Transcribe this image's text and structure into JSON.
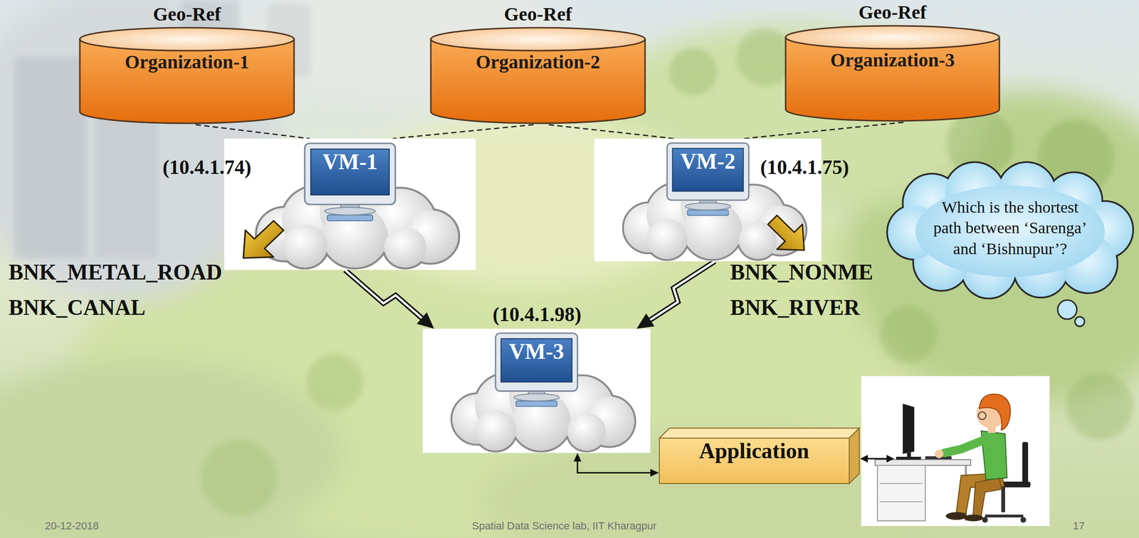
{
  "diagram": {
    "nodes": [
      {
        "text": [
          "Geo-Ref",
          "Organization-1"
        ]
      },
      {
        "text": [
          "Geo-Ref",
          "Organization-2"
        ]
      },
      {
        "text": [
          "Geo-Ref",
          "Organization-3"
        ]
      },
      {
        "text": [
          "VM-1"
        ]
      },
      {
        "text": [
          "VM-2"
        ]
      },
      {
        "text": [
          "Which is the shortest path between ‘Sarenga’ and ‘Bishnupur’?"
        ]
      },
      {
        "text": [
          "VM-3"
        ]
      },
      {
        "text": [
          "Application"
        ]
      }
    ],
    "edges": [
      {
        "from": 0,
        "to": 3,
        "arrow": "none"
      },
      {
        "from": 1,
        "to": 3,
        "arrow": "none"
      },
      {
        "from": 1,
        "to": 4,
        "arrow": "none"
      },
      {
        "from": 2,
        "to": 4,
        "arrow": "none"
      },
      {
        "from": 3,
        "to": 6,
        "arrow": "to"
      },
      {
        "from": 4,
        "to": 6,
        "arrow": "to"
      },
      {
        "from": 6,
        "to": 7,
        "arrow": "both"
      }
    ],
    "labels": [
      "(10.4.1.74)",
      "(10.4.1.75)",
      "BNK_METAL_ROAD",
      "BNK_NONME",
      "BNK_CANAL",
      "BNK_RIVER",
      "(10.4.1.98)",
      "20-12-2018",
      "Spatial Data Science lab, IIT Kharagpur",
      "17"
    ]
  }
}
